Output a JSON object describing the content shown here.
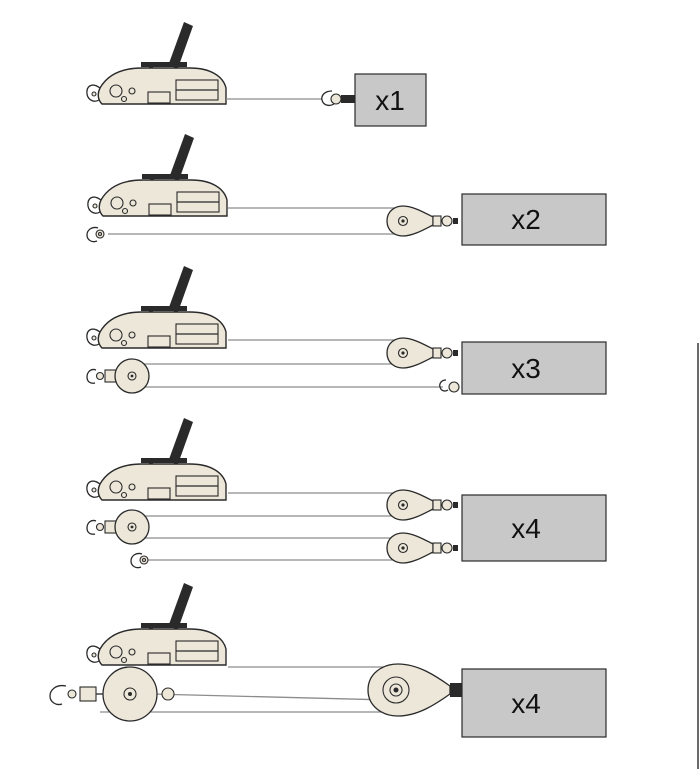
{
  "configurations": [
    {
      "id": "single",
      "load_label": "x1"
    },
    {
      "id": "double",
      "load_label": "x2"
    },
    {
      "id": "triple",
      "load_label": "x3"
    },
    {
      "id": "quad-a",
      "load_label": "x4"
    },
    {
      "id": "quad-b",
      "load_label": "x4"
    }
  ]
}
